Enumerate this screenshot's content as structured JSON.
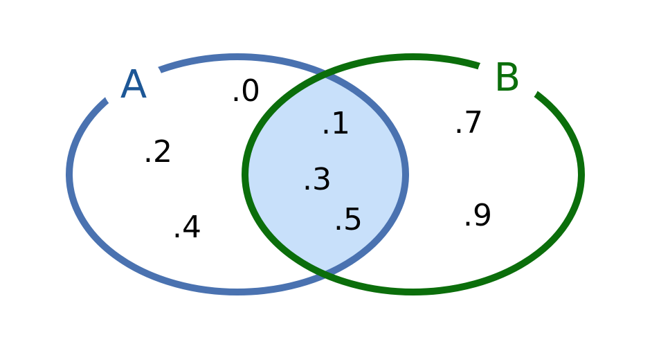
{
  "sets": [
    {
      "label": "A",
      "color": "#4a72b0",
      "label_color": "#1d5796"
    },
    {
      "label": "B",
      "color": "#0b6e0b",
      "label_color": "#0b6e0b"
    }
  ],
  "intersection_fill": "#c8e0fa",
  "elements": {
    "only_a": [
      ".0",
      ".2",
      ".4"
    ],
    "a_and_b": [
      ".1",
      ".3",
      ".5"
    ],
    "only_b": [
      ".7",
      ".9"
    ]
  }
}
